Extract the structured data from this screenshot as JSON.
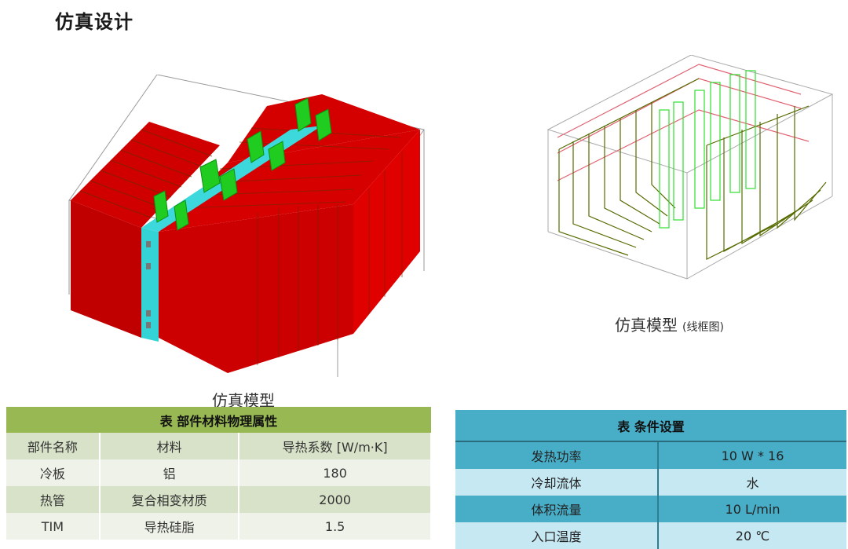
{
  "page": {
    "title": "仿真设计"
  },
  "figures": {
    "solid": {
      "caption": "仿真模型"
    },
    "wireframe": {
      "caption": "仿真模型",
      "caption_note": "(线框图)"
    }
  },
  "colors": {
    "cold_plate": "#dd0000",
    "heat_pipe": "#22cc22",
    "tim": "#33d3d6",
    "material_table_header": "#97b852",
    "condition_table_header": "#48aec8"
  },
  "material_table": {
    "title": "表  部件材料物理属性",
    "headers": [
      "部件名称",
      "材料",
      "导热系数 [W/m·K]"
    ],
    "rows": [
      [
        "冷板",
        "铝",
        "180"
      ],
      [
        "热管",
        "复合相变材质",
        "2000"
      ],
      [
        "TIM",
        "导热硅脂",
        "1.5"
      ]
    ]
  },
  "condition_table": {
    "title": "表  条件设置",
    "rows": [
      [
        "发热功率",
        "10 W * 16"
      ],
      [
        "冷却流体",
        "水"
      ],
      [
        "体积流量",
        "10 L/min"
      ],
      [
        "入口温度",
        "20 ℃"
      ]
    ]
  }
}
